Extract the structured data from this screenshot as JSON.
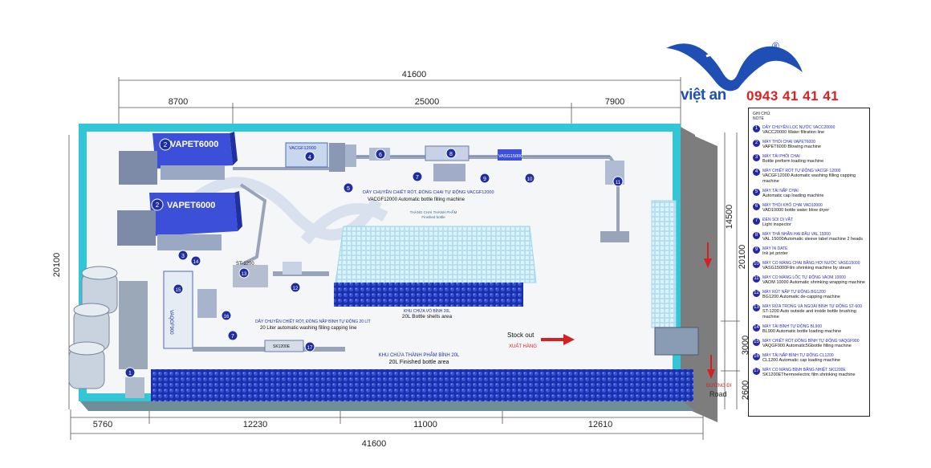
{
  "dimensions": {
    "top_total": "41600",
    "top_segments": [
      "8700",
      "25000",
      "7900"
    ],
    "bottom_total": "41600",
    "bottom_segments": [
      "5760",
      "12230",
      "11000",
      "12610"
    ],
    "left": "20100",
    "right_outer": "20100",
    "right_segments": [
      "14500",
      "3000",
      "2600"
    ]
  },
  "brand": {
    "name": "việt an",
    "registered": "®",
    "phone": "0943 41 41 41",
    "colors": {
      "blue": "#1f4fb4",
      "red": "#e02020"
    }
  },
  "machines": {
    "vapet_top": "VAPET6000",
    "vapet_bottom": "VAPET6000",
    "vacgf": "VACGF12000",
    "vasg": "VASG15000",
    "st1200": "ST-1200",
    "vaqgf": "VAQGF900",
    "sk1200e": "SK1200E"
  },
  "markers": [
    "2",
    "2",
    "4",
    "5",
    "6",
    "7",
    "8",
    "9",
    "10",
    "11",
    "3",
    "14",
    "13",
    "12",
    "15",
    "16",
    "7",
    "17",
    "1"
  ],
  "lines": {
    "line1_vi": "DÂY CHUYỀN CHIẾT RÓT, ĐÓNG CHAI TỰ ĐỘNG VACGF12000",
    "line1_en": "VACGF12000 Automatic bottle filling machine",
    "line2_vi": "DÂY CHUYỀN CHIẾT RÓT, ĐÓNG NẮP BÌNH TỰ ĐỘNG 20 LÍT",
    "line2_en": "20 Liter automatic washing filling capping line",
    "product_area_vi": "THÀNG CHAI THÀNH PHẨM",
    "product_area_en": "Finished bottle",
    "shells_vi": "KHU CHỨA VỎ BÌNH 20L",
    "shells_en": "20L Bottle shells area",
    "finished_vi": "KHU CHỨA THÀNH PHẨM BÌNH 20L",
    "finished_en": "20L Finished bottle area",
    "stock_out_en": "Stock out",
    "stock_out_vi": "XUẤT HÀNG",
    "road_vi": "ĐƯỜNG ĐI",
    "road_en": "Road"
  },
  "legend": {
    "title_vi": "GHI CHÚ:",
    "title_en": "NOTE",
    "items": [
      {
        "num": "1",
        "vi": "DÂY CHUYỀN LỌC NƯỚC VACC20000",
        "en": "VACC20000 Water filtration line"
      },
      {
        "num": "2",
        "vi": "MÁY THỔI CHAI VAPET6000",
        "en": "VAPET6000 Blowing machine"
      },
      {
        "num": "3",
        "vi": "MÁY TẢI PHÔI CHAI",
        "en": "Bottle preform loading machine"
      },
      {
        "num": "4",
        "vi": "MÁY CHIẾT RÓT TỰ ĐỘNG VACGF 12000",
        "en": "VACGF12000 Automatic washing filling capping machine"
      },
      {
        "num": "5",
        "vi": "MÁY TẢI NẮP CHAI",
        "en": "Automatic cap loading machine"
      },
      {
        "num": "6",
        "vi": "MÁY THỔI KHÔ CHAI VAD10000",
        "en": "VAD10000 bottle water blow dryer"
      },
      {
        "num": "7",
        "vi": "ĐÈN SOI DỊ VẬT",
        "en": "Light inspector"
      },
      {
        "num": "8",
        "vi": "MÁY THẢ NHÃN HAI ĐẦU VAL 15000",
        "en": "VAL 15000Automatic sleeve label machine 2 heads"
      },
      {
        "num": "9",
        "vi": "MÁY IN DATE",
        "en": "Ink jet printer"
      },
      {
        "num": "10",
        "vi": "MÁY CO MÀNG CHAI BẰNG HƠI NƯỚC VASG15000",
        "en": "VASG15000Film shrinking machine by steam"
      },
      {
        "num": "11",
        "vi": "MÁY CO MÀNG LỐC TỰ ĐỘNG VAOM 10000",
        "en": "VAOM 10000 Automatic shrinking wrapping machine"
      },
      {
        "num": "12",
        "vi": "MÁY RÚT NẮP TỰ ĐỘNG BG1200",
        "en": "BG1200 Automatic de-capping machine"
      },
      {
        "num": "13",
        "vi": "MÁY RỬA TRONG VÀ NGOÀI BÌNH TỰ ĐỘNG ST-600",
        "en": "ST-1200 Auto outside and inside bottle brushing machine"
      },
      {
        "num": "14",
        "vi": "MÁY TẢI BÌNH TỰ ĐỘNG BL900",
        "en": "BL900 Automatic bottle loading machine"
      },
      {
        "num": "15",
        "vi": "MÁY CHIẾT RÓT ĐÓNG BÌNH TỰ ĐỘNG VAQGF900",
        "en": "VAQGF900 Automatic5Gbottle filling machine"
      },
      {
        "num": "16",
        "vi": "MÁY TẢI NẮP BÌNH TỰ ĐỘNG CL1200",
        "en": "CL1200 Automatic cap loading machine"
      },
      {
        "num": "17",
        "vi": "MÁY CO MÀNG BÌNH BẰNG NHIỆT SK1200E",
        "en": "SK1200EThermoelectric film shrinking machine"
      }
    ]
  }
}
